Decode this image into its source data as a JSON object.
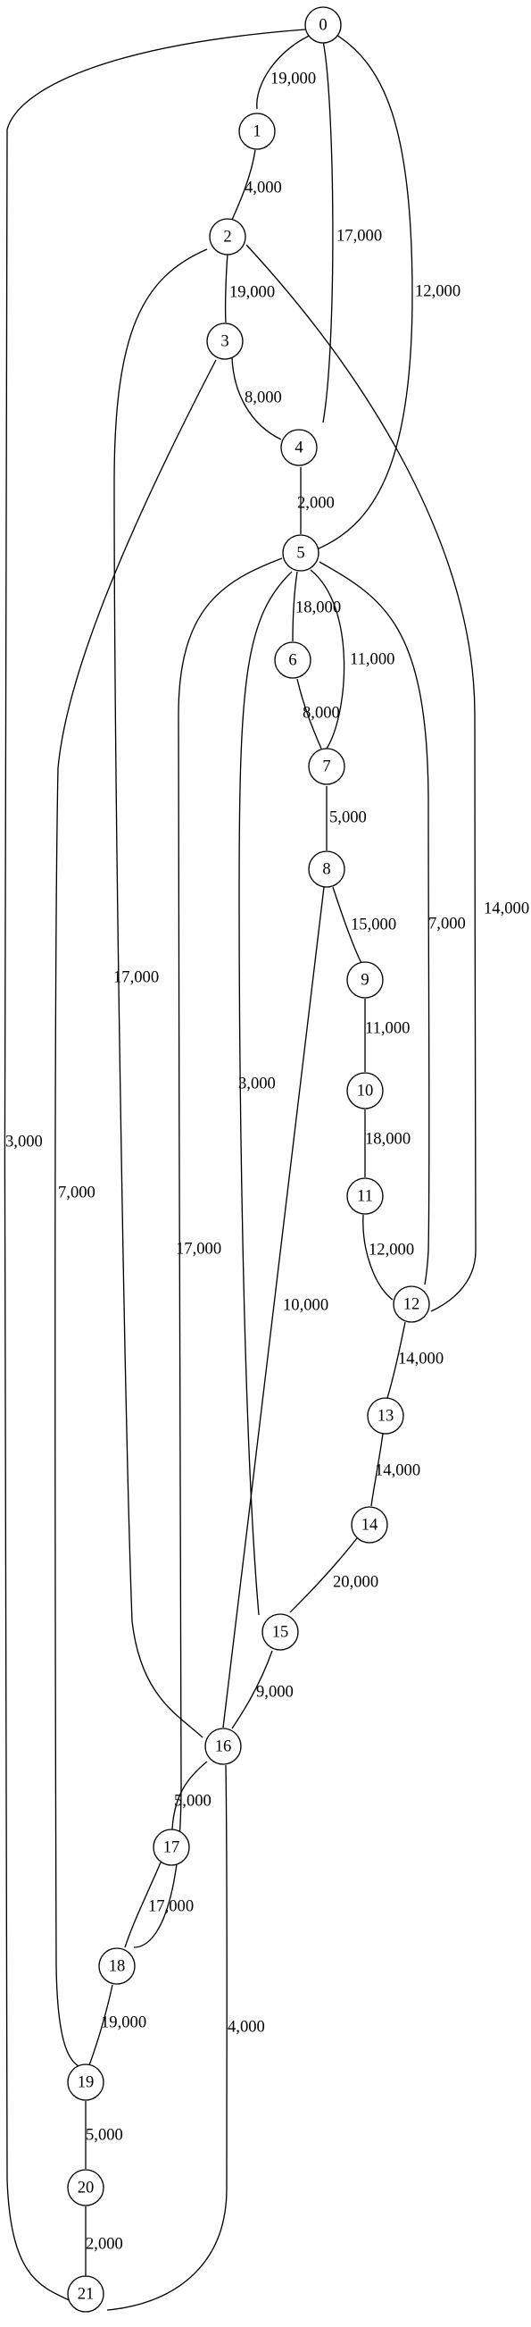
{
  "colors": {
    "background": "#ffffff",
    "stroke": "#000000"
  },
  "graph": {
    "nodes": [
      {
        "id": "n0",
        "label": "0"
      },
      {
        "id": "n1",
        "label": "1"
      },
      {
        "id": "n2",
        "label": "2"
      },
      {
        "id": "n3",
        "label": "3"
      },
      {
        "id": "n4",
        "label": "4"
      },
      {
        "id": "n5",
        "label": "5"
      },
      {
        "id": "n6",
        "label": "6"
      },
      {
        "id": "n7",
        "label": "7"
      },
      {
        "id": "n8",
        "label": "8"
      },
      {
        "id": "n9",
        "label": "9"
      },
      {
        "id": "n10",
        "label": "10"
      },
      {
        "id": "n11",
        "label": "11"
      },
      {
        "id": "n12",
        "label": "12"
      },
      {
        "id": "n13",
        "label": "13"
      },
      {
        "id": "n14",
        "label": "14"
      },
      {
        "id": "n15",
        "label": "15"
      },
      {
        "id": "n16",
        "label": "16"
      },
      {
        "id": "n17",
        "label": "17"
      },
      {
        "id": "n18",
        "label": "18"
      },
      {
        "id": "n19",
        "label": "19"
      },
      {
        "id": "n20",
        "label": "20"
      },
      {
        "id": "n21",
        "label": "21"
      }
    ],
    "edges": [
      {
        "id": "e0",
        "from": "0",
        "to": "1",
        "label": "19,000"
      },
      {
        "id": "e1",
        "from": "0",
        "to": "4",
        "label": "17,000"
      },
      {
        "id": "e2",
        "from": "0",
        "to": "5",
        "label": "12,000"
      },
      {
        "id": "e3",
        "from": "0",
        "to": "21",
        "label": "3,000"
      },
      {
        "id": "e4",
        "from": "1",
        "to": "2",
        "label": "4,000"
      },
      {
        "id": "e5",
        "from": "2",
        "to": "3",
        "label": "19,000"
      },
      {
        "id": "e6",
        "from": "2",
        "to": "12",
        "label": "14,000"
      },
      {
        "id": "e7",
        "from": "2",
        "to": "16",
        "label": "17,000"
      },
      {
        "id": "e8",
        "from": "3",
        "to": "4",
        "label": "8,000"
      },
      {
        "id": "e9",
        "from": "3",
        "to": "19",
        "label": "7,000"
      },
      {
        "id": "e10",
        "from": "4",
        "to": "5",
        "label": "2,000"
      },
      {
        "id": "e11",
        "from": "5",
        "to": "6",
        "label": "18,000"
      },
      {
        "id": "e12",
        "from": "5",
        "to": "7",
        "label": "11,000"
      },
      {
        "id": "e13",
        "from": "5",
        "to": "12",
        "label": "7,000"
      },
      {
        "id": "e14",
        "from": "5",
        "to": "15",
        "label": "3,000"
      },
      {
        "id": "e15",
        "from": "5",
        "to": "18",
        "label": "17,000"
      },
      {
        "id": "e16",
        "from": "6",
        "to": "7",
        "label": "8,000"
      },
      {
        "id": "e17",
        "from": "7",
        "to": "8",
        "label": "5,000"
      },
      {
        "id": "e18",
        "from": "8",
        "to": "9",
        "label": "15,000"
      },
      {
        "id": "e19",
        "from": "8",
        "to": "16",
        "label": "10,000"
      },
      {
        "id": "e20",
        "from": "9",
        "to": "10",
        "label": "11,000"
      },
      {
        "id": "e21",
        "from": "10",
        "to": "11",
        "label": "18,000"
      },
      {
        "id": "e22",
        "from": "11",
        "to": "12",
        "label": "12,000"
      },
      {
        "id": "e23",
        "from": "12",
        "to": "13",
        "label": "14,000"
      },
      {
        "id": "e24",
        "from": "13",
        "to": "14",
        "label": "14,000"
      },
      {
        "id": "e25",
        "from": "14",
        "to": "15",
        "label": "20,000"
      },
      {
        "id": "e26",
        "from": "15",
        "to": "16",
        "label": "9,000"
      },
      {
        "id": "e27",
        "from": "16",
        "to": "17",
        "label": "5,000"
      },
      {
        "id": "e28",
        "from": "16",
        "to": "21",
        "label": "4,000"
      },
      {
        "id": "e29",
        "from": "17",
        "to": "18",
        "label": "17,000"
      },
      {
        "id": "e30",
        "from": "18",
        "to": "19",
        "label": "19,000"
      },
      {
        "id": "e31",
        "from": "19",
        "to": "20",
        "label": "5,000"
      },
      {
        "id": "e32",
        "from": "20",
        "to": "21",
        "label": "2,000"
      }
    ]
  }
}
